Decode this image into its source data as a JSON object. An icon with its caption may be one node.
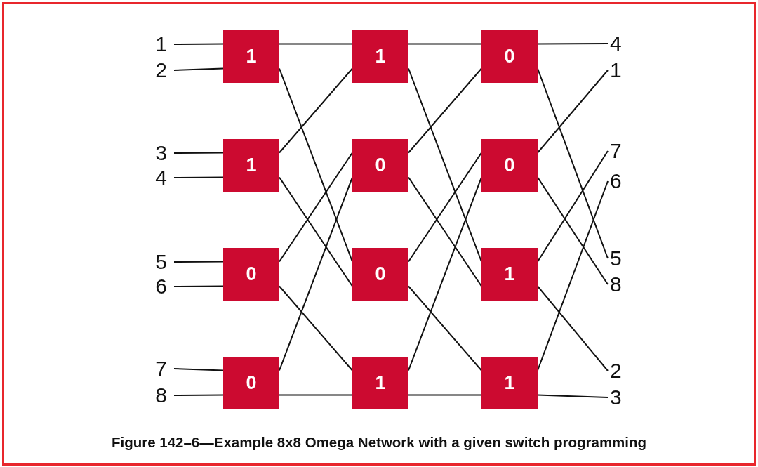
{
  "diagram": {
    "caption": "Figure 142–6—Example 8x8 Omega Network with a given switch programming",
    "nodes": [
      {
        "text": [
          "1"
        ]
      },
      {
        "text": [
          "2"
        ]
      },
      {
        "text": [
          "3"
        ]
      },
      {
        "text": [
          "4"
        ]
      },
      {
        "text": [
          "5"
        ]
      },
      {
        "text": [
          "6"
        ]
      },
      {
        "text": [
          "7"
        ]
      },
      {
        "text": [
          "8"
        ]
      },
      {
        "text": [
          "1"
        ]
      },
      {
        "text": [
          "1"
        ]
      },
      {
        "text": [
          "0"
        ]
      },
      {
        "text": [
          "0"
        ]
      },
      {
        "text": [
          "1"
        ]
      },
      {
        "text": [
          "0"
        ]
      },
      {
        "text": [
          "0"
        ]
      },
      {
        "text": [
          "1"
        ]
      },
      {
        "text": [
          "0"
        ]
      },
      {
        "text": [
          "0"
        ]
      },
      {
        "text": [
          "1"
        ]
      },
      {
        "text": [
          "1"
        ]
      },
      {
        "text": [
          "4"
        ]
      },
      {
        "text": [
          "1"
        ]
      },
      {
        "text": [
          "7"
        ]
      },
      {
        "text": [
          "6"
        ]
      },
      {
        "text": [
          "5"
        ]
      },
      {
        "text": [
          "8"
        ]
      },
      {
        "text": [
          "2"
        ]
      },
      {
        "text": [
          "3"
        ]
      }
    ],
    "edges": [
      {
        "from": 0,
        "to": 8,
        "arrow": "none"
      },
      {
        "from": 1,
        "to": 8,
        "arrow": "none"
      },
      {
        "from": 2,
        "to": 9,
        "arrow": "none"
      },
      {
        "from": 3,
        "to": 9,
        "arrow": "none"
      },
      {
        "from": 4,
        "to": 10,
        "arrow": "none"
      },
      {
        "from": 5,
        "to": 10,
        "arrow": "none"
      },
      {
        "from": 6,
        "to": 11,
        "arrow": "none"
      },
      {
        "from": 7,
        "to": 11,
        "arrow": "none"
      },
      {
        "from": 8,
        "to": 12,
        "arrow": "none"
      },
      {
        "from": 8,
        "to": 14,
        "arrow": "none"
      },
      {
        "from": 9,
        "to": 12,
        "arrow": "none"
      },
      {
        "from": 9,
        "to": 14,
        "arrow": "none"
      },
      {
        "from": 10,
        "to": 13,
        "arrow": "none"
      },
      {
        "from": 10,
        "to": 15,
        "arrow": "none"
      },
      {
        "from": 11,
        "to": 13,
        "arrow": "none"
      },
      {
        "from": 11,
        "to": 15,
        "arrow": "none"
      },
      {
        "from": 12,
        "to": 16,
        "arrow": "none"
      },
      {
        "from": 12,
        "to": 18,
        "arrow": "none"
      },
      {
        "from": 13,
        "to": 16,
        "arrow": "none"
      },
      {
        "from": 13,
        "to": 18,
        "arrow": "none"
      },
      {
        "from": 14,
        "to": 17,
        "arrow": "none"
      },
      {
        "from": 14,
        "to": 19,
        "arrow": "none"
      },
      {
        "from": 15,
        "to": 17,
        "arrow": "none"
      },
      {
        "from": 15,
        "to": 19,
        "arrow": "none"
      },
      {
        "from": 16,
        "to": 20,
        "arrow": "none"
      },
      {
        "from": 16,
        "to": 24,
        "arrow": "none"
      },
      {
        "from": 17,
        "to": 21,
        "arrow": "none"
      },
      {
        "from": 17,
        "to": 25,
        "arrow": "none"
      },
      {
        "from": 18,
        "to": 22,
        "arrow": "none"
      },
      {
        "from": 18,
        "to": 26,
        "arrow": "none"
      },
      {
        "from": 19,
        "to": 23,
        "arrow": "none"
      },
      {
        "from": 19,
        "to": 27,
        "arrow": "none"
      }
    ]
  }
}
